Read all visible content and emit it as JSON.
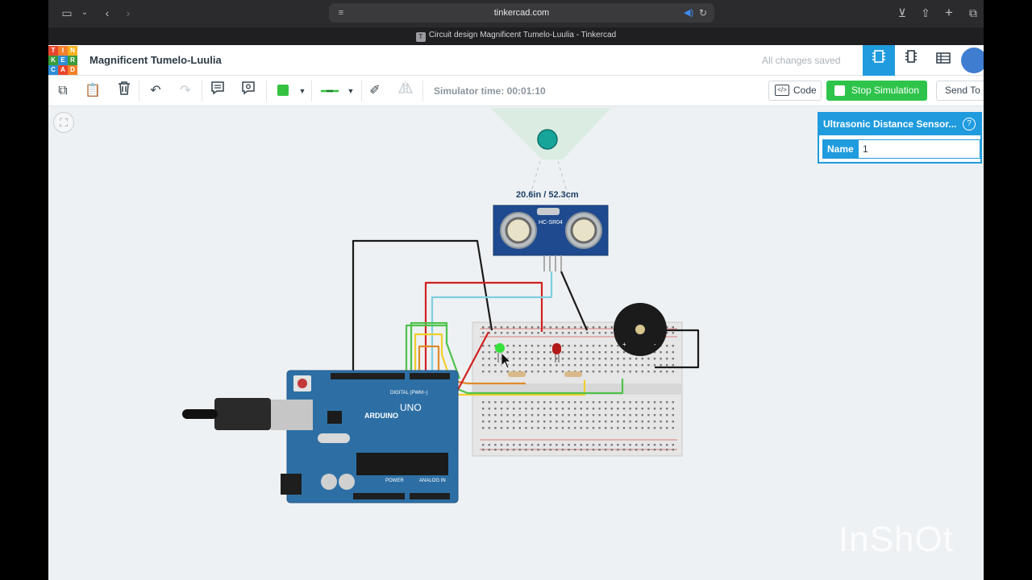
{
  "browser": {
    "url": "tinkercad.com",
    "tab_title": "Circuit design Magnificent Tumelo-Luulia - Tinkercad",
    "favicon_letter": "T"
  },
  "header": {
    "logo_letters": [
      "T",
      "I",
      "N",
      "K",
      "E",
      "R",
      "C",
      "A",
      "D"
    ],
    "design_name": "Magnificent Tumelo-Luulia",
    "save_status": "All changes saved"
  },
  "toolbar": {
    "simulator_time": "Simulator time: 00:01:10",
    "code_label": "Code",
    "stop_label": "Stop Simulation",
    "sendto_label": "Send To"
  },
  "inspector": {
    "title": "Ultrasonic Distance Sensor...",
    "name_label": "Name",
    "name_value": "1"
  },
  "sensor": {
    "distance": "20.6in / 52.3cm",
    "model": "HC-SR04"
  },
  "arduino": {
    "brand": "ARDUINO",
    "model": "UNO",
    "digital_label": "DIGITAL (PWM~)",
    "power_label": "POWER",
    "analog_label": "ANALOG IN"
  },
  "watermark": "InShOt",
  "colors": {
    "accent": "#1f9bde",
    "stop_button": "#2ec44b",
    "arduino_board": "#2d6fa5",
    "wire_red": "#d02020",
    "wire_black": "#1a1a1a",
    "wire_green": "#4ec24a",
    "wire_yellow": "#f0cf2a",
    "wire_cyan": "#7fcfe0",
    "wire_orange": "#e08a2a"
  }
}
